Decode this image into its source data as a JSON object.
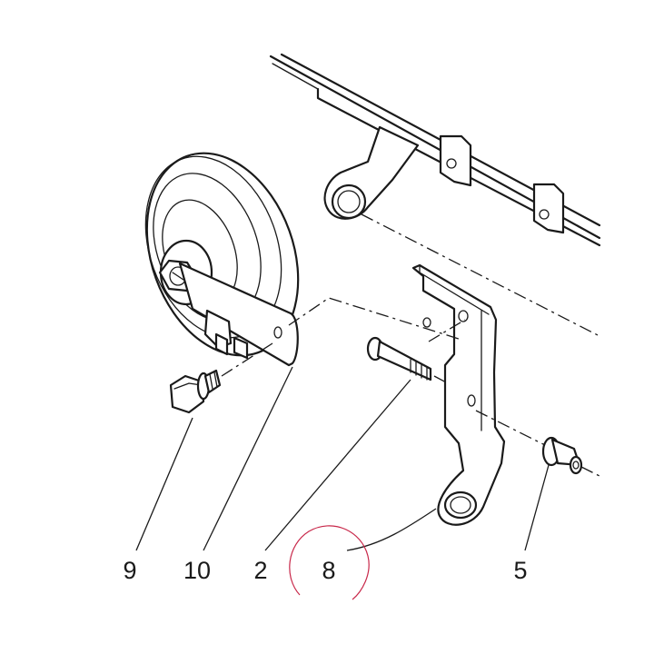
{
  "labels": {
    "part_9": "9",
    "part_10": "10",
    "part_2": "2",
    "part_8": "8",
    "part_5": "5"
  },
  "colors": {
    "line": "#1a1a1a",
    "highlight_circle": "#c8284a"
  }
}
